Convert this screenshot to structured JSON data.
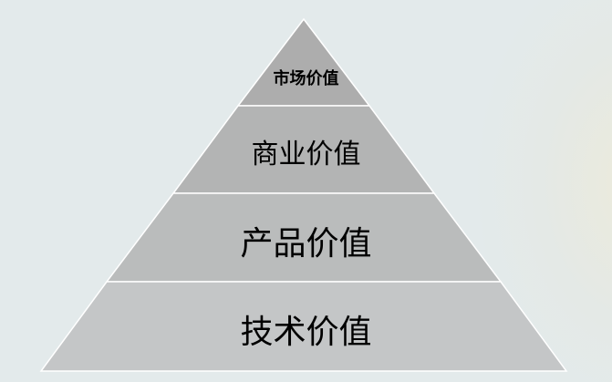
{
  "pyramid": {
    "levels": [
      {
        "label": "市场价值",
        "color": "#adadad"
      },
      {
        "label": "商业价值",
        "color": "#b3b4b4"
      },
      {
        "label": "产品价值",
        "color": "#babcbc"
      },
      {
        "label": "技术价值",
        "color": "#c4c6c7"
      }
    ]
  }
}
